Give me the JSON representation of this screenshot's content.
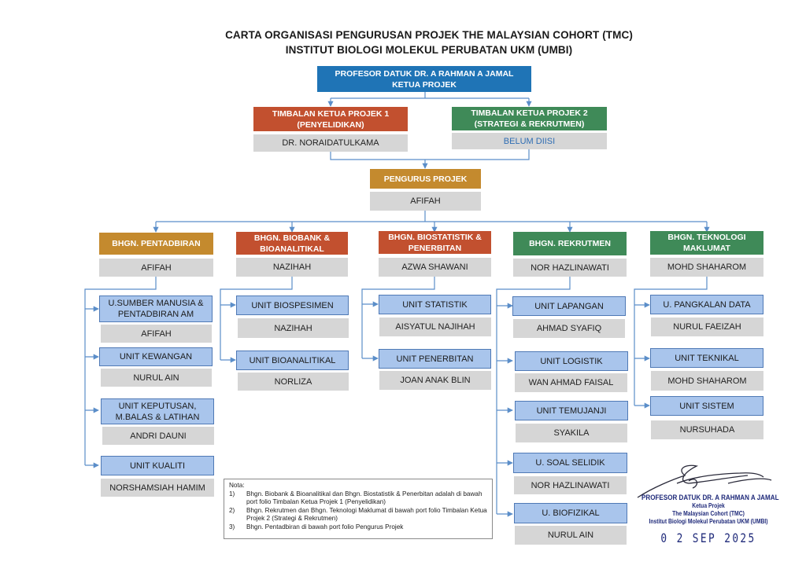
{
  "title": {
    "line1": "CARTA ORGANISASI PENGURUSAN PROJEK THE MALAYSIAN COHORT (TMC)",
    "line2": "INSTITUT BIOLOGI MOLEKUL PERUBATAN UKM (UMBI)"
  },
  "head": {
    "name": "PROFESOR DATUK DR. A RAHMAN A JAMAL",
    "role": "KETUA PROJEK",
    "color": "#1f74b6"
  },
  "deputies": [
    {
      "role": "TIMBALAN KETUA PROJEK 1\n(PENYELIDIKAN)",
      "name": "DR. NORAIDATULKAMA",
      "color": "#c2502f"
    },
    {
      "role": "TIMBALAN KETUA PROJEK 2\n(STRATEGI & REKRUTMEN)",
      "name": "BELUM DIISI",
      "color": "#3f8a58"
    }
  ],
  "manager": {
    "role": "PENGURUS PROJEK",
    "name": "AFIFAH",
    "color": "#c48a2e"
  },
  "departments": [
    {
      "title": "BHGN. PENTADBIRAN",
      "head": "AFIFAH",
      "color": "#c48a2e",
      "units": [
        {
          "title": "U.SUMBER MANUSIA &\nPENTADBIRAN AM",
          "person": "AFIFAH"
        },
        {
          "title": "UNIT KEWANGAN",
          "person": "NURUL AIN"
        },
        {
          "title": "UNIT  KEPUTUSAN,\nM.BALAS & LATIHAN",
          "person": "ANDRI DAUNI"
        },
        {
          "title": "UNIT KUALITI",
          "person": "NORSHAMSIAH HAMIM"
        }
      ]
    },
    {
      "title": "BHGN. BIOBANK &\nBIOANALITIKAL",
      "head": "NAZIHAH",
      "color": "#c2502f",
      "units": [
        {
          "title": "UNIT BIOSPESIMEN",
          "person": "NAZIHAH"
        },
        {
          "title": "UNIT BIOANALITIKAL",
          "person": "NORLIZA"
        }
      ]
    },
    {
      "title": "BHGN. BIOSTATISTIK &\nPENERBITAN",
      "head": "AZWA SHAWANI",
      "color": "#c2502f",
      "units": [
        {
          "title": "UNIT STATISTIK",
          "person": "AISYATUL NAJIHAH"
        },
        {
          "title": "UNIT PENERBITAN",
          "person": "JOAN ANAK BLIN"
        }
      ]
    },
    {
      "title": "BHGN. REKRUTMEN",
      "head": "NOR HAZLINAWATI",
      "color": "#3f8a58",
      "units": [
        {
          "title": "UNIT LAPANGAN",
          "person": "AHMAD SYAFIQ"
        },
        {
          "title": "UNIT LOGISTIK",
          "person": "WAN AHMAD FAISAL"
        },
        {
          "title": "UNIT TEMUJANJI",
          "person": "SYAKILA"
        },
        {
          "title": "U. SOAL SELIDIK",
          "person": "NOR HAZLINAWATI"
        },
        {
          "title": "U. BIOFIZIKAL",
          "person": "NURUL AIN"
        }
      ]
    },
    {
      "title": "BHGN.  TEKNOLOGI\nMAKLUMAT",
      "head": "MOHD SHAHAROM",
      "color": "#3f8a58",
      "units": [
        {
          "title": "U. PANGKALAN DATA",
          "person": "NURUL FAEIZAH"
        },
        {
          "title": "UNIT TEKNIKAL",
          "person": "MOHD SHAHAROM"
        },
        {
          "title": "UNIT SISTEM",
          "person": "NURSUHADA"
        }
      ]
    }
  ],
  "note": {
    "heading": "Nota:",
    "items": [
      {
        "num": "1)",
        "text": "Bhgn. Biobank & Bioanalitikal dan Bhgn. Biostatistik & Penerbitan adalah di bawah port folio ",
        "emph": "Timbalan Ketua Projek 1 (Penyelidikan)"
      },
      {
        "num": "2)",
        "text": "Bhgn. Rekrutmen dan Bhgn.  Teknologi Maklumat di bawah port folio ",
        "emph": "Timbalan Ketua Projek 2 (Strategi & Rekrutmen)"
      },
      {
        "num": "3)",
        "text": "Bhgn. Pentadbiran di bawah port folio ",
        "emph": "Pengurus Projek"
      }
    ]
  },
  "signature": {
    "name": "PROFESOR DATUK DR. A RAHMAN A JAMAL",
    "role": "Ketua Projek",
    "org1": "The Malaysian Cohort (TMC)",
    "org2": "Institut Biologi Molekul Perubatan UKM (UMBI)",
    "date": "0 2 SEP  2025"
  },
  "colors": {
    "connector": "#5b8ec9",
    "unit_fill": "#a9c5ec",
    "name_fill": "#d6d6d6"
  }
}
